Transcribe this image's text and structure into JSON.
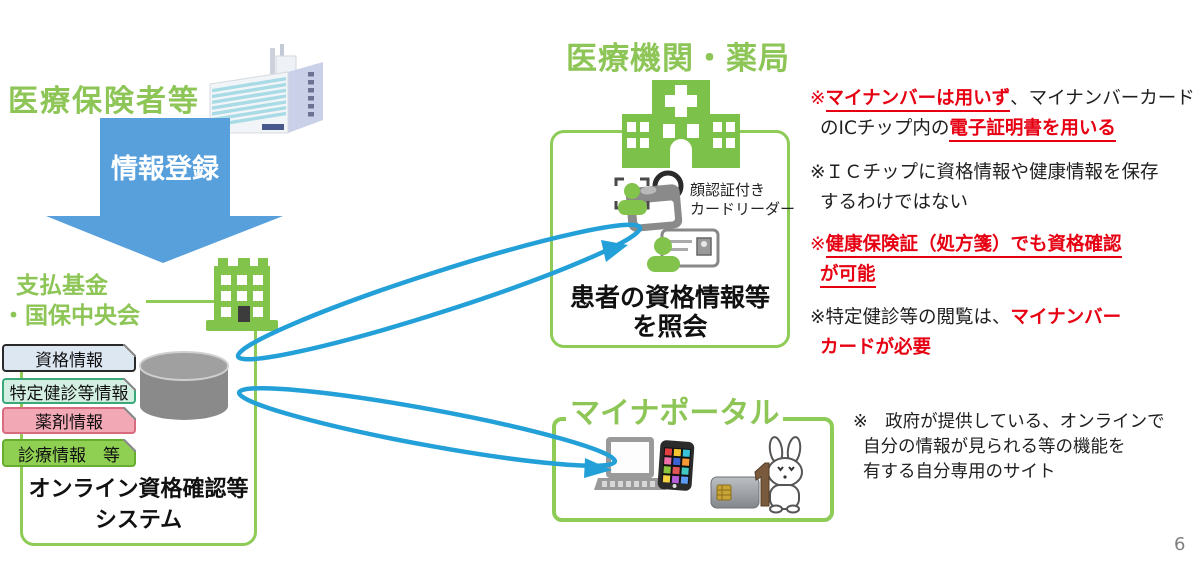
{
  "slide": {
    "page_number": "6"
  },
  "colors": {
    "green_accent": "#8dc556",
    "box_border_green": "#8ecb57",
    "icon_green": "#7cc24a",
    "register_arrow_blue": "#58a0dc",
    "loop_arrow_blue": "#24a0d8",
    "red_text": "#e60012",
    "database_gray": "#8a8a8a",
    "tag_qualification_fill": "#dde7f2",
    "tag_qualification_border": "#2a2a2a",
    "tag_checkup_fill": "#d3efe2",
    "tag_checkup_border": "#3aa878",
    "tag_medicine_fill": "#f3a8b5",
    "tag_medicine_border": "#d86b7e",
    "tag_treatment_fill": "#8fd052",
    "tag_treatment_border": "#67ad30"
  },
  "insurer": {
    "title": "医療保険者等"
  },
  "register_arrow": {
    "label": "情報登録"
  },
  "agency": {
    "name_line1": "支払基金",
    "name_line2": "・国保中央会"
  },
  "database_tags": [
    {
      "label": "資格情報"
    },
    {
      "label": "特定健診等情報"
    },
    {
      "label": "薬剤情報"
    },
    {
      "label": "診療情報　等"
    }
  ],
  "system": {
    "caption_line1": "オンライン資格確認等",
    "caption_line2": "システム"
  },
  "medical": {
    "title": "医療機関・薬局",
    "reader_label_line1": "顔認証付き",
    "reader_label_line2": "カードリーダー",
    "caption_line1": "患者の資格情報等",
    "caption_line2": "を照会"
  },
  "portal": {
    "title": "マイナポータル"
  },
  "notes": {
    "n1l1a": "※",
    "n1l1b": "マイナンバーは用いず",
    "n1l1c": "、マイナンバーカード",
    "n1l2a": "のICチップ内の",
    "n1l2b": "電子証明書を用いる",
    "n2l1": "※ＩＣチップに資格情報や健康情報を保存",
    "n2l2": "するわけではない",
    "n3a": "※",
    "n3l1": "健康保険証（処方箋）でも資格確認",
    "n3l2": "が可能",
    "n4l1a": "※特定健診等の閲覧は、",
    "n4l1b": "マイナンバー",
    "n4l2": "カードが必要",
    "n5l1": "※　政府が提供している、オンラインで",
    "n5l2": "自分の情報が見られる等の機能を",
    "n5l3": "有する自分専用のサイト"
  },
  "icons": [
    "office-building-illustration",
    "info-register-arrow",
    "agency-building-icon",
    "database-icon",
    "hospital-icon",
    "face-auth-card-reader-icon",
    "person-icon",
    "id-card-icon",
    "laptop-icon",
    "smartphone-icon",
    "ic-chip-card-icon",
    "rabbit-mascot-icon",
    "data-exchange-loop-arrow-upper",
    "data-exchange-loop-arrow-lower"
  ]
}
